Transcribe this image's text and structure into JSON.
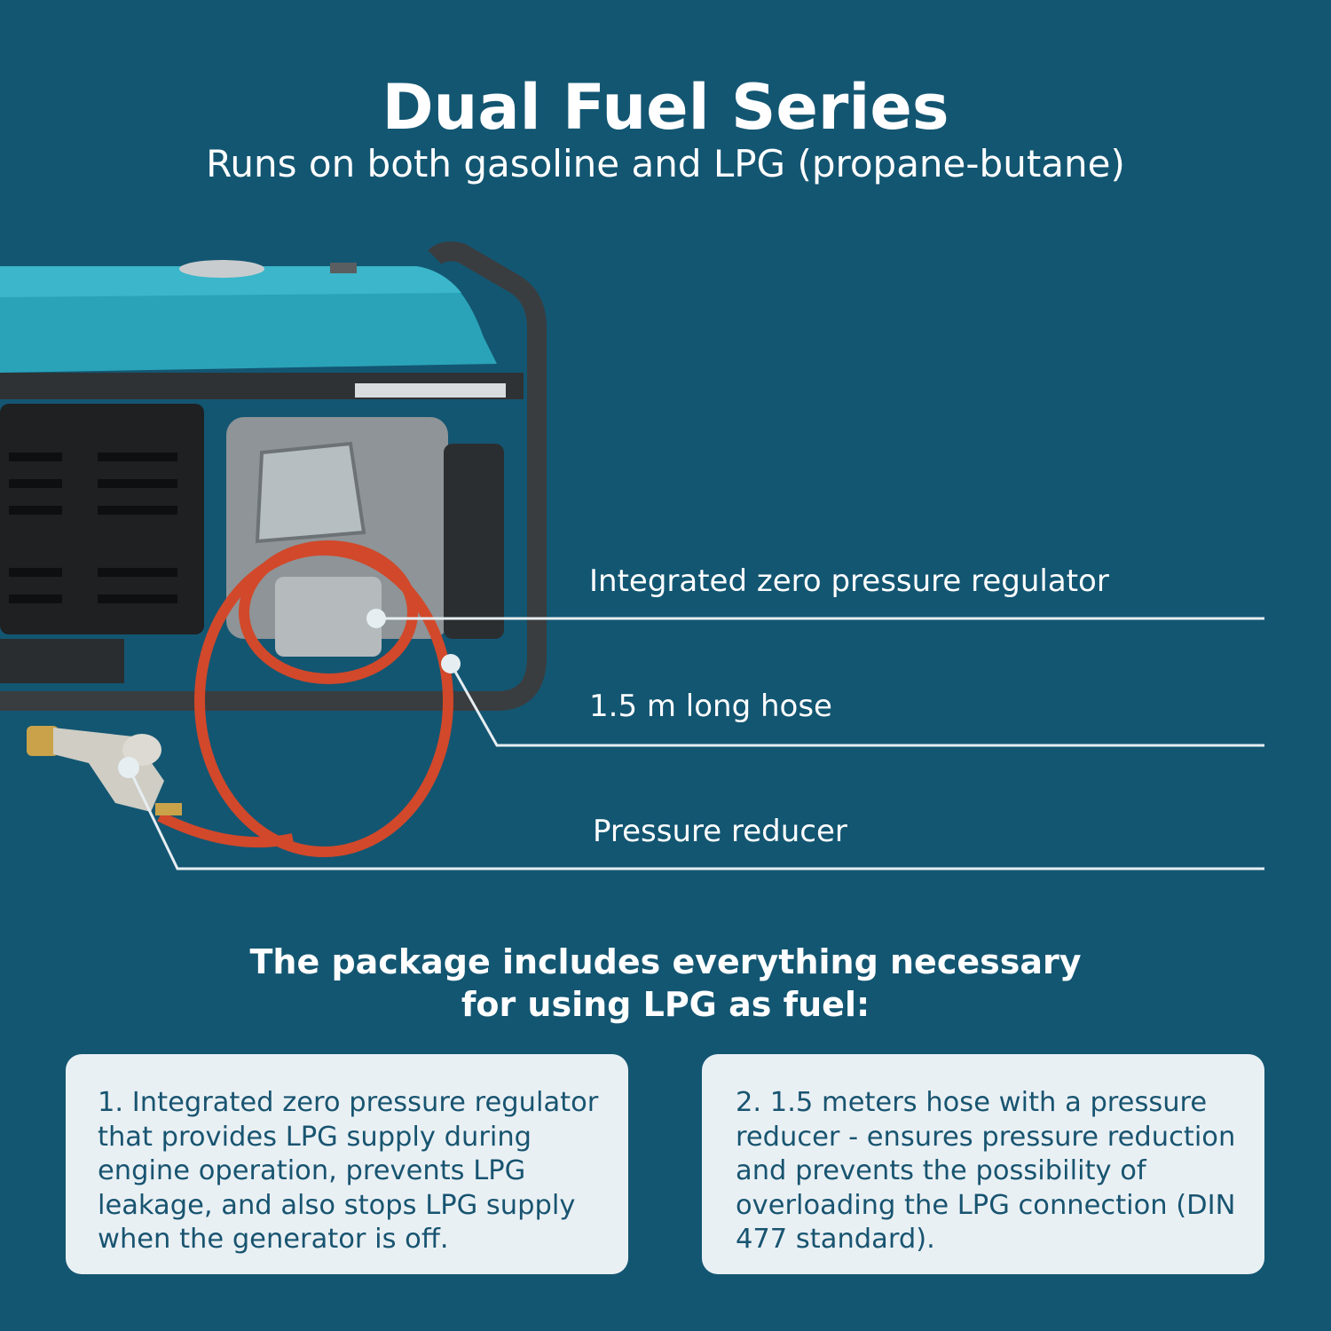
{
  "header": {
    "title": "Dual Fuel Series",
    "subtitle": "Runs on both gasoline and LPG (propane-butane)"
  },
  "callouts": [
    {
      "label": "Integrated zero pressure regulator"
    },
    {
      "label": "1.5 m long hose"
    },
    {
      "label": "Pressure reducer"
    }
  ],
  "package": {
    "heading_line1": "The package includes everything necessary",
    "heading_line2": "for using LPG as fuel:"
  },
  "cards": [
    {
      "text": "1. Integrated zero pressure regulator that provides LPG supply during engine operation, prevents LPG leakage, and also stops LPG supply when the generator is off."
    },
    {
      "text": "2. 1.5 meters hose with a pressure reducer - ensures pressure reduction and prevents the possibility of overloading the LPG connection (DIN 477 standard)."
    }
  ],
  "colors": {
    "background": "#135672",
    "tank": "#2aa3b8",
    "hose": "#d2482a",
    "card": "#e9f0f4",
    "card_text": "#185470"
  }
}
